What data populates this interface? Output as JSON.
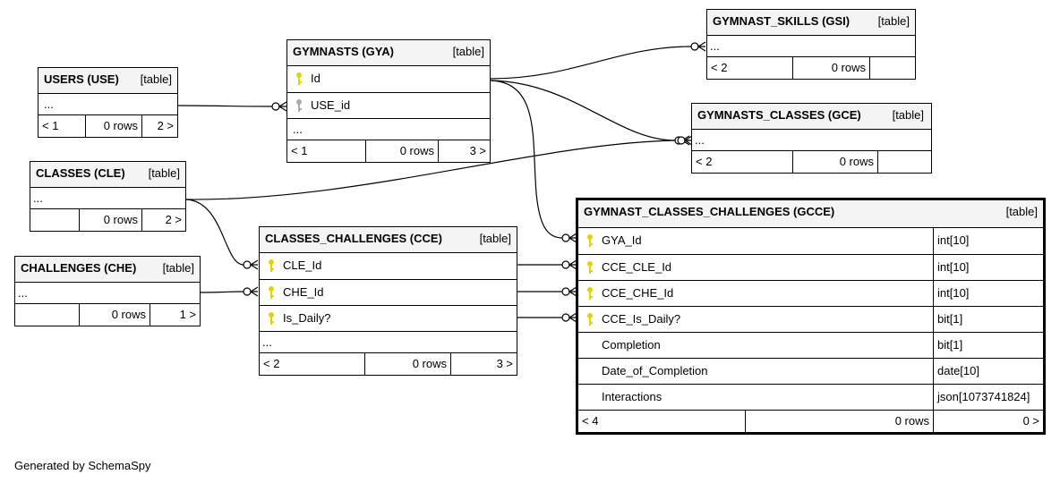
{
  "footer": "Generated by SchemaSpy",
  "key_colors": {
    "primary": "#e6d200",
    "foreign": "#aaaaaa"
  },
  "tables": {
    "users": {
      "name": "USERS (USE)",
      "kind": "[table]",
      "rows": [
        "..."
      ],
      "footer": [
        "< 1",
        "0 rows",
        "2 >"
      ]
    },
    "gymnasts": {
      "name": "GYMNASTS (GYA)",
      "kind": "[table]",
      "rows": [
        "Id",
        "USE_id",
        "..."
      ],
      "footer": [
        "< 1",
        "0 rows",
        "3 >"
      ]
    },
    "gymnast_skills": {
      "name": "GYMNAST_SKILLS (GSI)",
      "kind": "[table]",
      "rows": [
        "..."
      ],
      "footer": [
        "< 2",
        "0 rows",
        ""
      ]
    },
    "gymnasts_classes": {
      "name": "GYMNASTS_CLASSES (GCE)",
      "kind": "[table]",
      "rows": [
        "..."
      ],
      "footer": [
        "< 2",
        "0 rows",
        ""
      ]
    },
    "classes": {
      "name": "CLASSES (CLE)",
      "kind": "[table]",
      "rows": [
        "..."
      ],
      "footer": [
        "",
        "0 rows",
        "2 >"
      ]
    },
    "challenges": {
      "name": "CHALLENGES (CHE)",
      "kind": "[table]",
      "rows": [
        "..."
      ],
      "footer": [
        "",
        "0 rows",
        "1 >"
      ]
    },
    "classes_challenges": {
      "name": "CLASSES_CHALLENGES (CCE)",
      "kind": "[table]",
      "rows": [
        "CLE_Id",
        "CHE_Id",
        "Is_Daily?",
        "..."
      ],
      "footer": [
        "< 2",
        "0 rows",
        "3 >"
      ]
    },
    "gcce": {
      "name": "GYMNAST_CLASSES_CHALLENGES (GCCE)",
      "kind": "[table]",
      "columns": [
        {
          "name": "GYA_Id",
          "type": "int[10]"
        },
        {
          "name": "CCE_CLE_Id",
          "type": "int[10]"
        },
        {
          "name": "CCE_CHE_Id",
          "type": "int[10]"
        },
        {
          "name": "CCE_Is_Daily?",
          "type": "bit[1]"
        },
        {
          "name": "Completion",
          "type": "bit[1]"
        },
        {
          "name": "Date_of_Completion",
          "type": "date[10]"
        },
        {
          "name": "Interactions",
          "type": "json[1073741824]"
        }
      ],
      "footer": [
        "< 4",
        "0 rows",
        "0 >"
      ]
    }
  }
}
